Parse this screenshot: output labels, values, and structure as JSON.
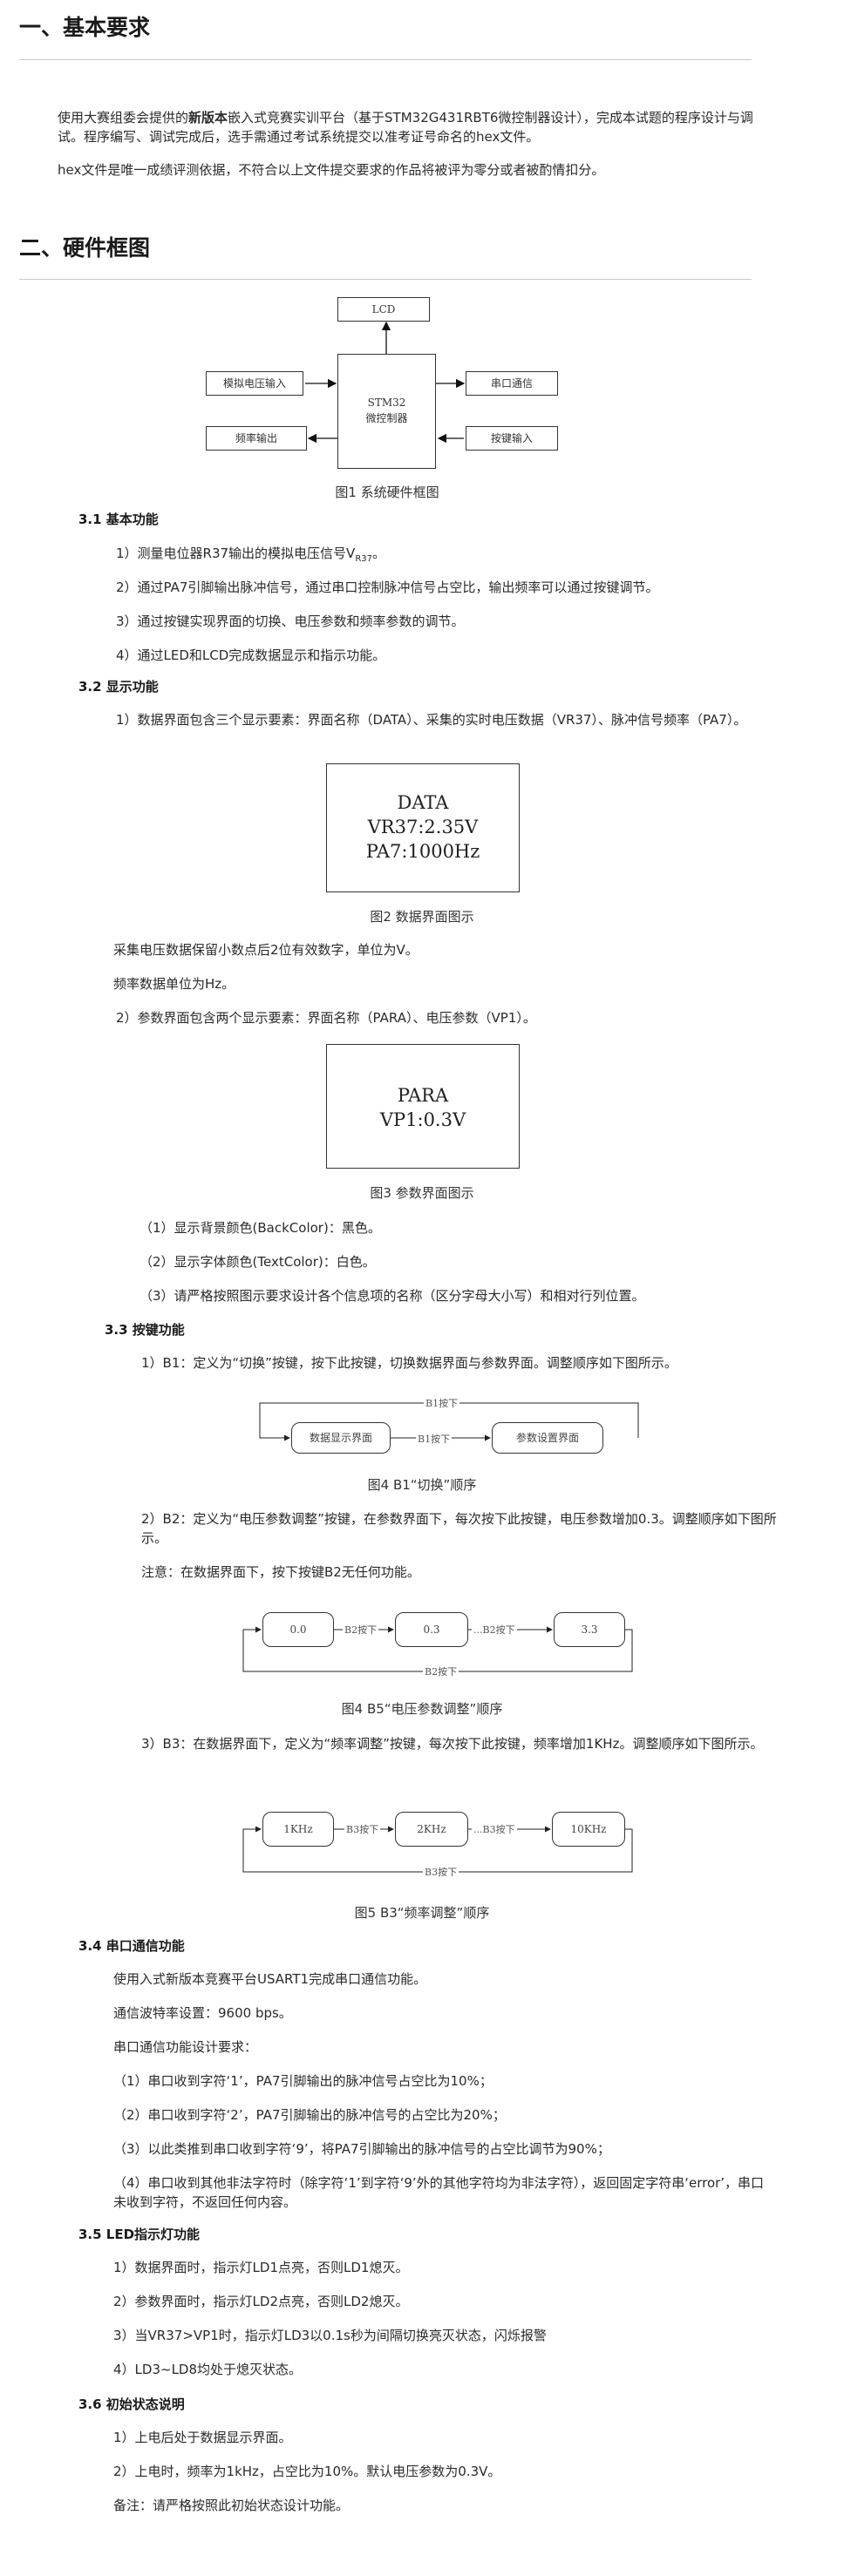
{
  "sec1": {
    "title": "一、基本要求",
    "p1_a": "使用大赛组委会提供的",
    "p1_bold": "新版本",
    "p1_b": "嵌入式竞赛实训平台（基于STM32G431RBT6微控制器设计），完成本试题的程序设计与调试。程序编写、调试完成后，选手需通过考试系统提交以准考证号命名的hex文件。",
    "p2": "hex文件是唯一成绩评测依据，不符合以上文件提交要求的作品将被评为零分或者被酌情扣分。"
  },
  "sec2": {
    "title": "二、硬件框图",
    "diagram": {
      "lcd": "LCD",
      "mcu_line1": "STM32",
      "mcu_line2": "微控制器",
      "analog_in": "模拟电压输入",
      "freq_out": "频率输出",
      "serial": "串口通信",
      "keys": "按键输入"
    },
    "fig1_caption": "图1 系统硬件框图"
  },
  "s31": {
    "title": "3.1 基本功能",
    "i1_pre": "1）测量电位器R37输出的模拟电压信号V",
    "i1_sub": "R37",
    "i1_post": "。",
    "i2": "2）通过PA7引脚输出脉冲信号，通过串口控制脉冲信号占空比，输出频率可以通过按键调节。",
    "i3": "3）通过按键实现界面的切换、电压参数和频率参数的调节。",
    "i4": "4）通过LED和LCD完成数据显示和指示功能。"
  },
  "s32": {
    "title": "3.2 显示功能",
    "i1": "1）数据界面包含三个显示要素：界面名称（DATA）、采集的实时电压数据（VR37）、脉冲信号频率（PA7）。",
    "lcd1": [
      "DATA",
      "VR37:2.35V",
      "PA7:1000Hz"
    ],
    "fig2_caption": "图2 数据界面图示",
    "n1": "采集电压数据保留小数点后2位有效数字，单位为V。",
    "n2": "频率数据单位为Hz。",
    "i2": "2）参数界面包含两个显示要素：界面名称（PARA）、电压参数（VP1）。",
    "lcd2": [
      "PARA",
      "VP1:0.3V"
    ],
    "fig3_caption": "图3 参数界面图示",
    "r1": "（1）显示背景颜色(BackColor)：黑色。",
    "r2": "（2）显示字体颜色(TextColor)：白色。",
    "r3": "（3）请严格按照图示要求设计各个信息项的名称（区分字母大小写）和相对行列位置。"
  },
  "s33": {
    "title": "3.3 按键功能",
    "b1": "1）B1：定义为“切换”按键，按下此按键，切换数据界面与参数界面。调整顺序如下图所示。",
    "fig4a": {
      "left": "数据显示界面",
      "right": "参数设置界面",
      "top_label": "B1按下",
      "mid_label": "B1按下"
    },
    "fig4a_caption": "图4 B1“切换”顺序",
    "b2": "2）B2：定义为“电压参数调整”按键，在参数界面下，每次按下此按键，电压参数增加0.3。调整顺序如下图所示。",
    "note": "注意：在数据界面下，按下按键B2无任何功能。",
    "fig4b": {
      "a": "0.0",
      "b": "0.3",
      "c": "3.3",
      "l1": "B2按下",
      "l2": "...B2按下",
      "l3": "B2按下"
    },
    "fig4b_caption": "图4 B5“电压参数调整”顺序",
    "b3": "3）B3：在数据界面下，定义为“频率调整”按键，每次按下此按键，频率增加1KHz。调整顺序如下图所示。",
    "fig5": {
      "a": "1KHz",
      "b": "2KHz",
      "c": "10KHz",
      "l1": "B3按下",
      "l2": "...B3按下",
      "l3": "B3按下"
    },
    "fig5_caption": "图5 B3“频率调整”顺序"
  },
  "s34": {
    "title": "3.4 串口通信功能",
    "p1": "使用入式新版本竞赛平台USART1完成串口通信功能。",
    "p2": "通信波特率设置：9600 bps。",
    "p3": "串口通信功能设计要求：",
    "r1": "（1）串口收到字符‘1’，PA7引脚输出的脉冲信号占空比为10%；",
    "r2": "（2）串口收到字符‘2’，PA7引脚输出的脉冲信号的占空比为20%；",
    "r3": "（3）以此类推到串口收到字符‘9’，将PA7引脚输出的脉冲信号的占空比调节为90%；",
    "r4": "（4）串口收到其他非法字符时（除字符‘1’到字符‘9’外的其他字符均为非法字符），返回固定字符串‘error’，串口未收到字符，不返回任何内容。"
  },
  "s35": {
    "title": "3.5 LED指示灯功能",
    "i1": "1）数据界面时，指示灯LD1点亮，否则LD1熄灭。",
    "i2": "2）参数界面时，指示灯LD2点亮，否则LD2熄灭。",
    "i3": "3）当VR37>VP1时，指示灯LD3以0.1s秒为间隔切换亮灭状态，闪烁报警",
    "i4": "4）LD3~LD8均处于熄灭状态。"
  },
  "s36": {
    "title": "3.6 初始状态说明",
    "i1": "1）上电后处于数据显示界面。",
    "i2": "2）上电时，频率为1kHz，占空比为10%。默认电压参数为0.3V。",
    "i3": "备注：请严格按照此初始状态设计功能。"
  }
}
